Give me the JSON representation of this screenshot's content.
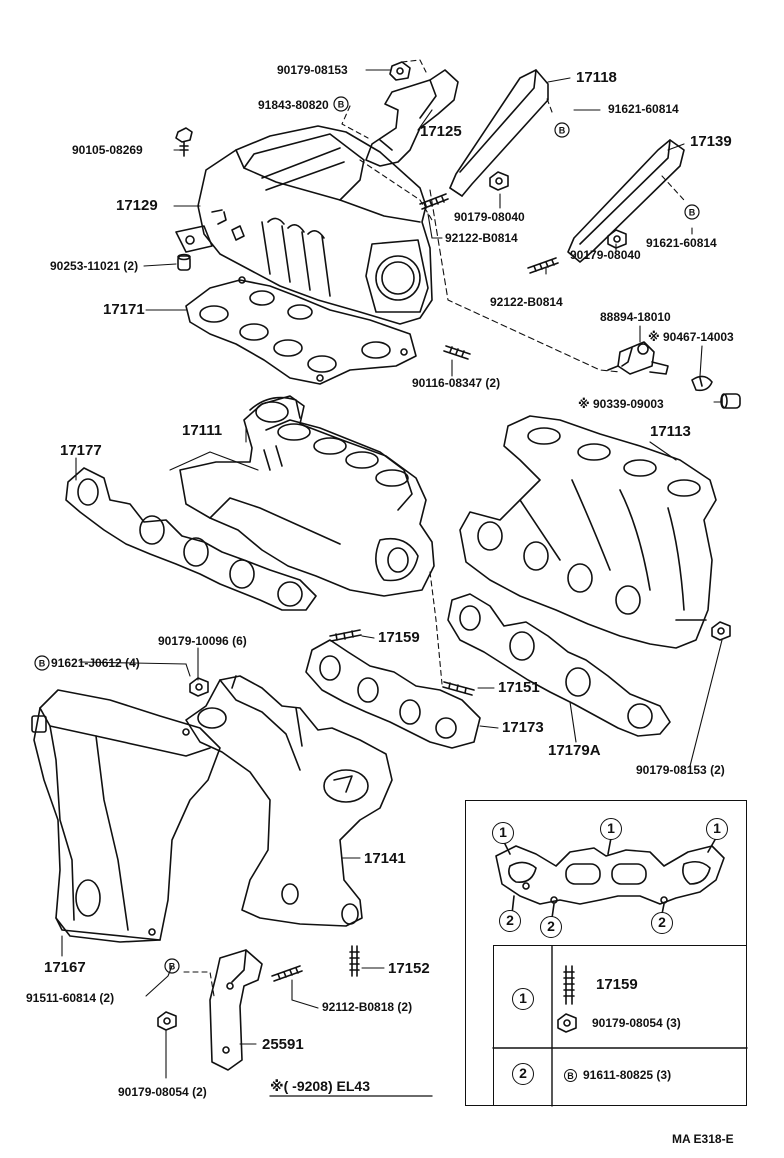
{
  "labels": {
    "l_90179_08153_top": "90179-08153",
    "l_91843_80820": "91843-80820",
    "l_90105_08269": "90105-08269",
    "l_17125": "17125",
    "l_17118": "17118",
    "l_91621_60814_a": "91621-60814",
    "l_17139": "17139",
    "l_17129": "17129",
    "l_90179_08040_a": "90179-08040",
    "l_92122_B0814_a": "92122-B0814",
    "l_91621_60814_b": "91621-60814",
    "l_90253_11021": "90253-11021 (2)",
    "l_90179_08040_b": "90179-08040",
    "l_92122_B0814_b": "92122-B0814",
    "l_17171": "17171",
    "l_88894_18010": "88894-18010",
    "l_90467_14003": "※ 90467-14003",
    "l_90116_08347": "90116-08347 (2)",
    "l_90339_09003": "※ 90339-09003",
    "l_17177": "17177",
    "l_17111": "17111",
    "l_17113": "17113",
    "l_90179_10096": "90179-10096 (6)",
    "l_17159_main": "17159",
    "l_91621_J0612": "91621-J0612 (4)",
    "l_17151": "17151",
    "l_17173": "17173",
    "l_17179A": "17179A",
    "l_90179_08153_b": "90179-08153 (2)",
    "l_17141": "17141",
    "l_17167": "17167",
    "l_17152": "17152",
    "l_91511_60814": "91511-60814 (2)",
    "l_92112_B0818": "92112-B0818 (2)",
    "l_25591": "25591",
    "l_90179_08054_b": "90179-08054 (2)",
    "l_footnote": "※(        -9208) EL43",
    "l_code": "MA E318-E"
  },
  "legend": {
    "circle1": "1",
    "circle2": "2",
    "row1_part_a": "17159",
    "row1_part_b": "90179-08054 (3)",
    "row2_part": "91611-80825 (3)"
  },
  "marks": {
    "bolt_circle": "B"
  }
}
